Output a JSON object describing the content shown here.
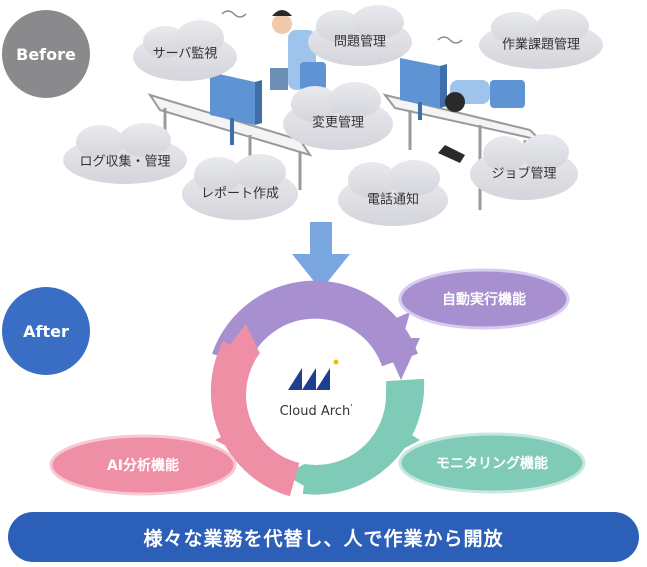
{
  "before": {
    "label": "Before"
  },
  "after": {
    "label": "After"
  },
  "clouds": [
    {
      "id": "server-monitoring",
      "label": "サーバ監視"
    },
    {
      "id": "problem-management",
      "label": "問題管理"
    },
    {
      "id": "work-task-management",
      "label": "作業課題管理"
    },
    {
      "id": "change-management",
      "label": "変更管理"
    },
    {
      "id": "log-collection",
      "label": "ログ収集・管理"
    },
    {
      "id": "report-creation",
      "label": "レポート作成"
    },
    {
      "id": "job-management",
      "label": "ジョブ管理"
    },
    {
      "id": "phone-notification",
      "label": "電話通知"
    }
  ],
  "functions": [
    {
      "id": "auto-execution",
      "label": "自動実行機能",
      "color": "#a88fd0"
    },
    {
      "id": "monitoring",
      "label": "モニタリング機能",
      "color": "#7fcbb7"
    },
    {
      "id": "ai-analysis",
      "label": "AI分析機能",
      "color": "#ee8fa5"
    }
  ],
  "logo": {
    "text": "Cloud Arch",
    "mark": "'"
  },
  "banner": {
    "text": "様々な業務を代替し、人で作業から開放"
  },
  "colors": {
    "accent_blue": "#2c5fb8",
    "arrow_blue": "#7aa7e0",
    "gray": "#8a8a8c"
  }
}
